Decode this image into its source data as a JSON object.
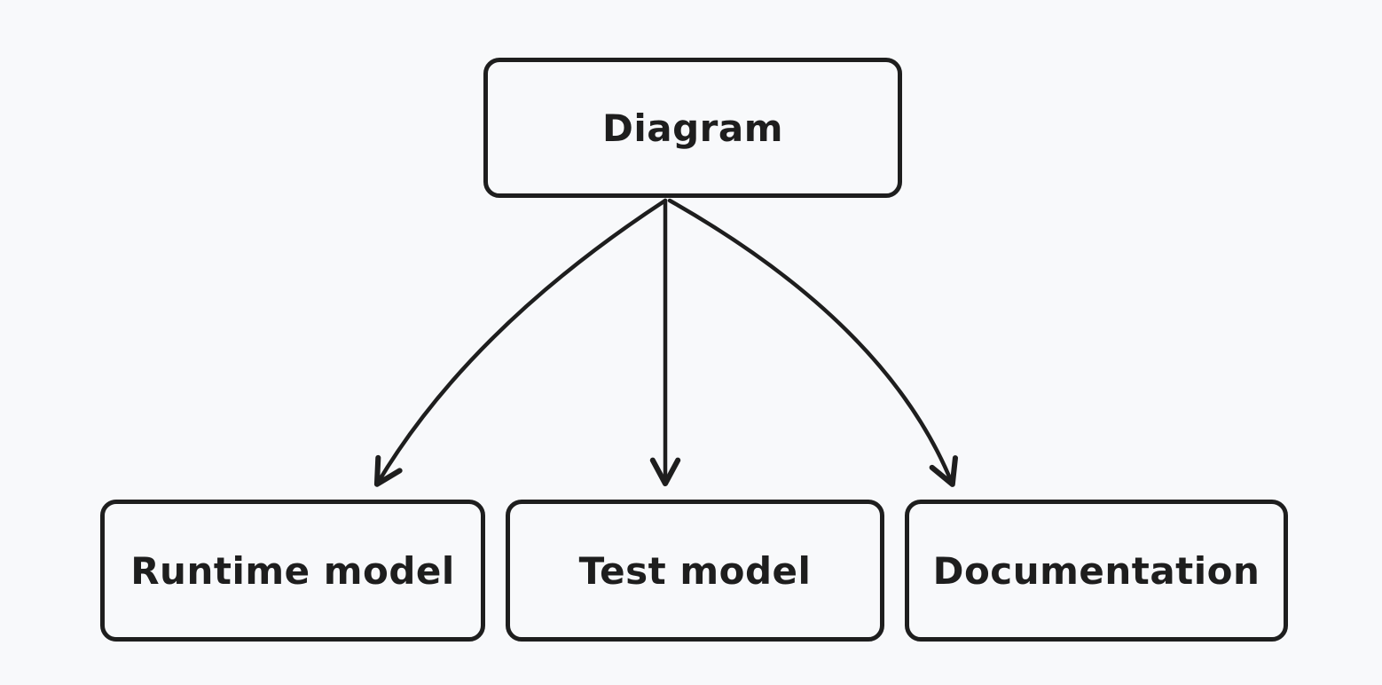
{
  "colors": {
    "background": "#f8f9fb",
    "stroke": "#1e1e1e",
    "text": "#1e1e1e"
  },
  "nodes": [
    {
      "id": "diagram",
      "label": "Diagram"
    },
    {
      "id": "runtime-model",
      "label": "Runtime model"
    },
    {
      "id": "test-model",
      "label": "Test model"
    },
    {
      "id": "documentation",
      "label": "Documentation"
    }
  ],
  "edges": [
    {
      "from": "diagram",
      "to": "runtime-model",
      "shape": "curved-left",
      "arrowhead": "open-v"
    },
    {
      "from": "diagram",
      "to": "test-model",
      "shape": "straight",
      "arrowhead": "open-v"
    },
    {
      "from": "diagram",
      "to": "documentation",
      "shape": "curved-right",
      "arrowhead": "open-v"
    }
  ]
}
